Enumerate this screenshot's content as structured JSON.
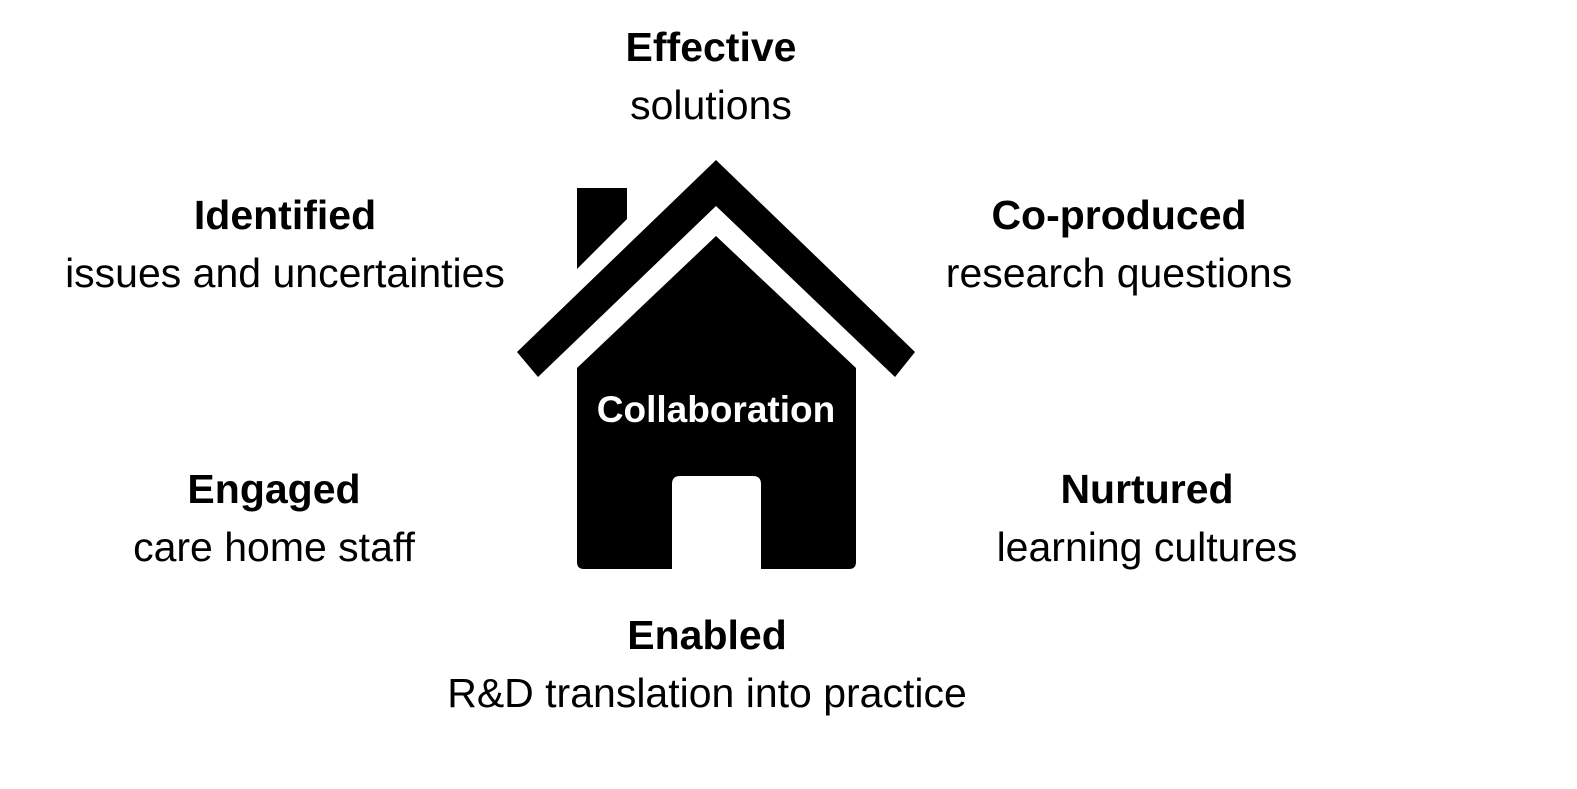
{
  "center": {
    "label": "Collaboration"
  },
  "outcomes": {
    "top": {
      "heading": "Effective",
      "detail": "solutions"
    },
    "top_left": {
      "heading": "Identified",
      "detail": "issues and uncertainties"
    },
    "top_right": {
      "heading": "Co-produced",
      "detail": "research questions"
    },
    "bottom_left": {
      "heading": "Engaged",
      "detail": "care home staff"
    },
    "bottom_right": {
      "heading": "Nurtured",
      "detail": "learning cultures"
    },
    "bottom": {
      "heading": "Enabled",
      "detail": "R&D translation into practice"
    }
  },
  "colors": {
    "house": "#000000",
    "background": "#ffffff",
    "center_text": "#ffffff"
  },
  "icons": {
    "house": "house-icon"
  }
}
